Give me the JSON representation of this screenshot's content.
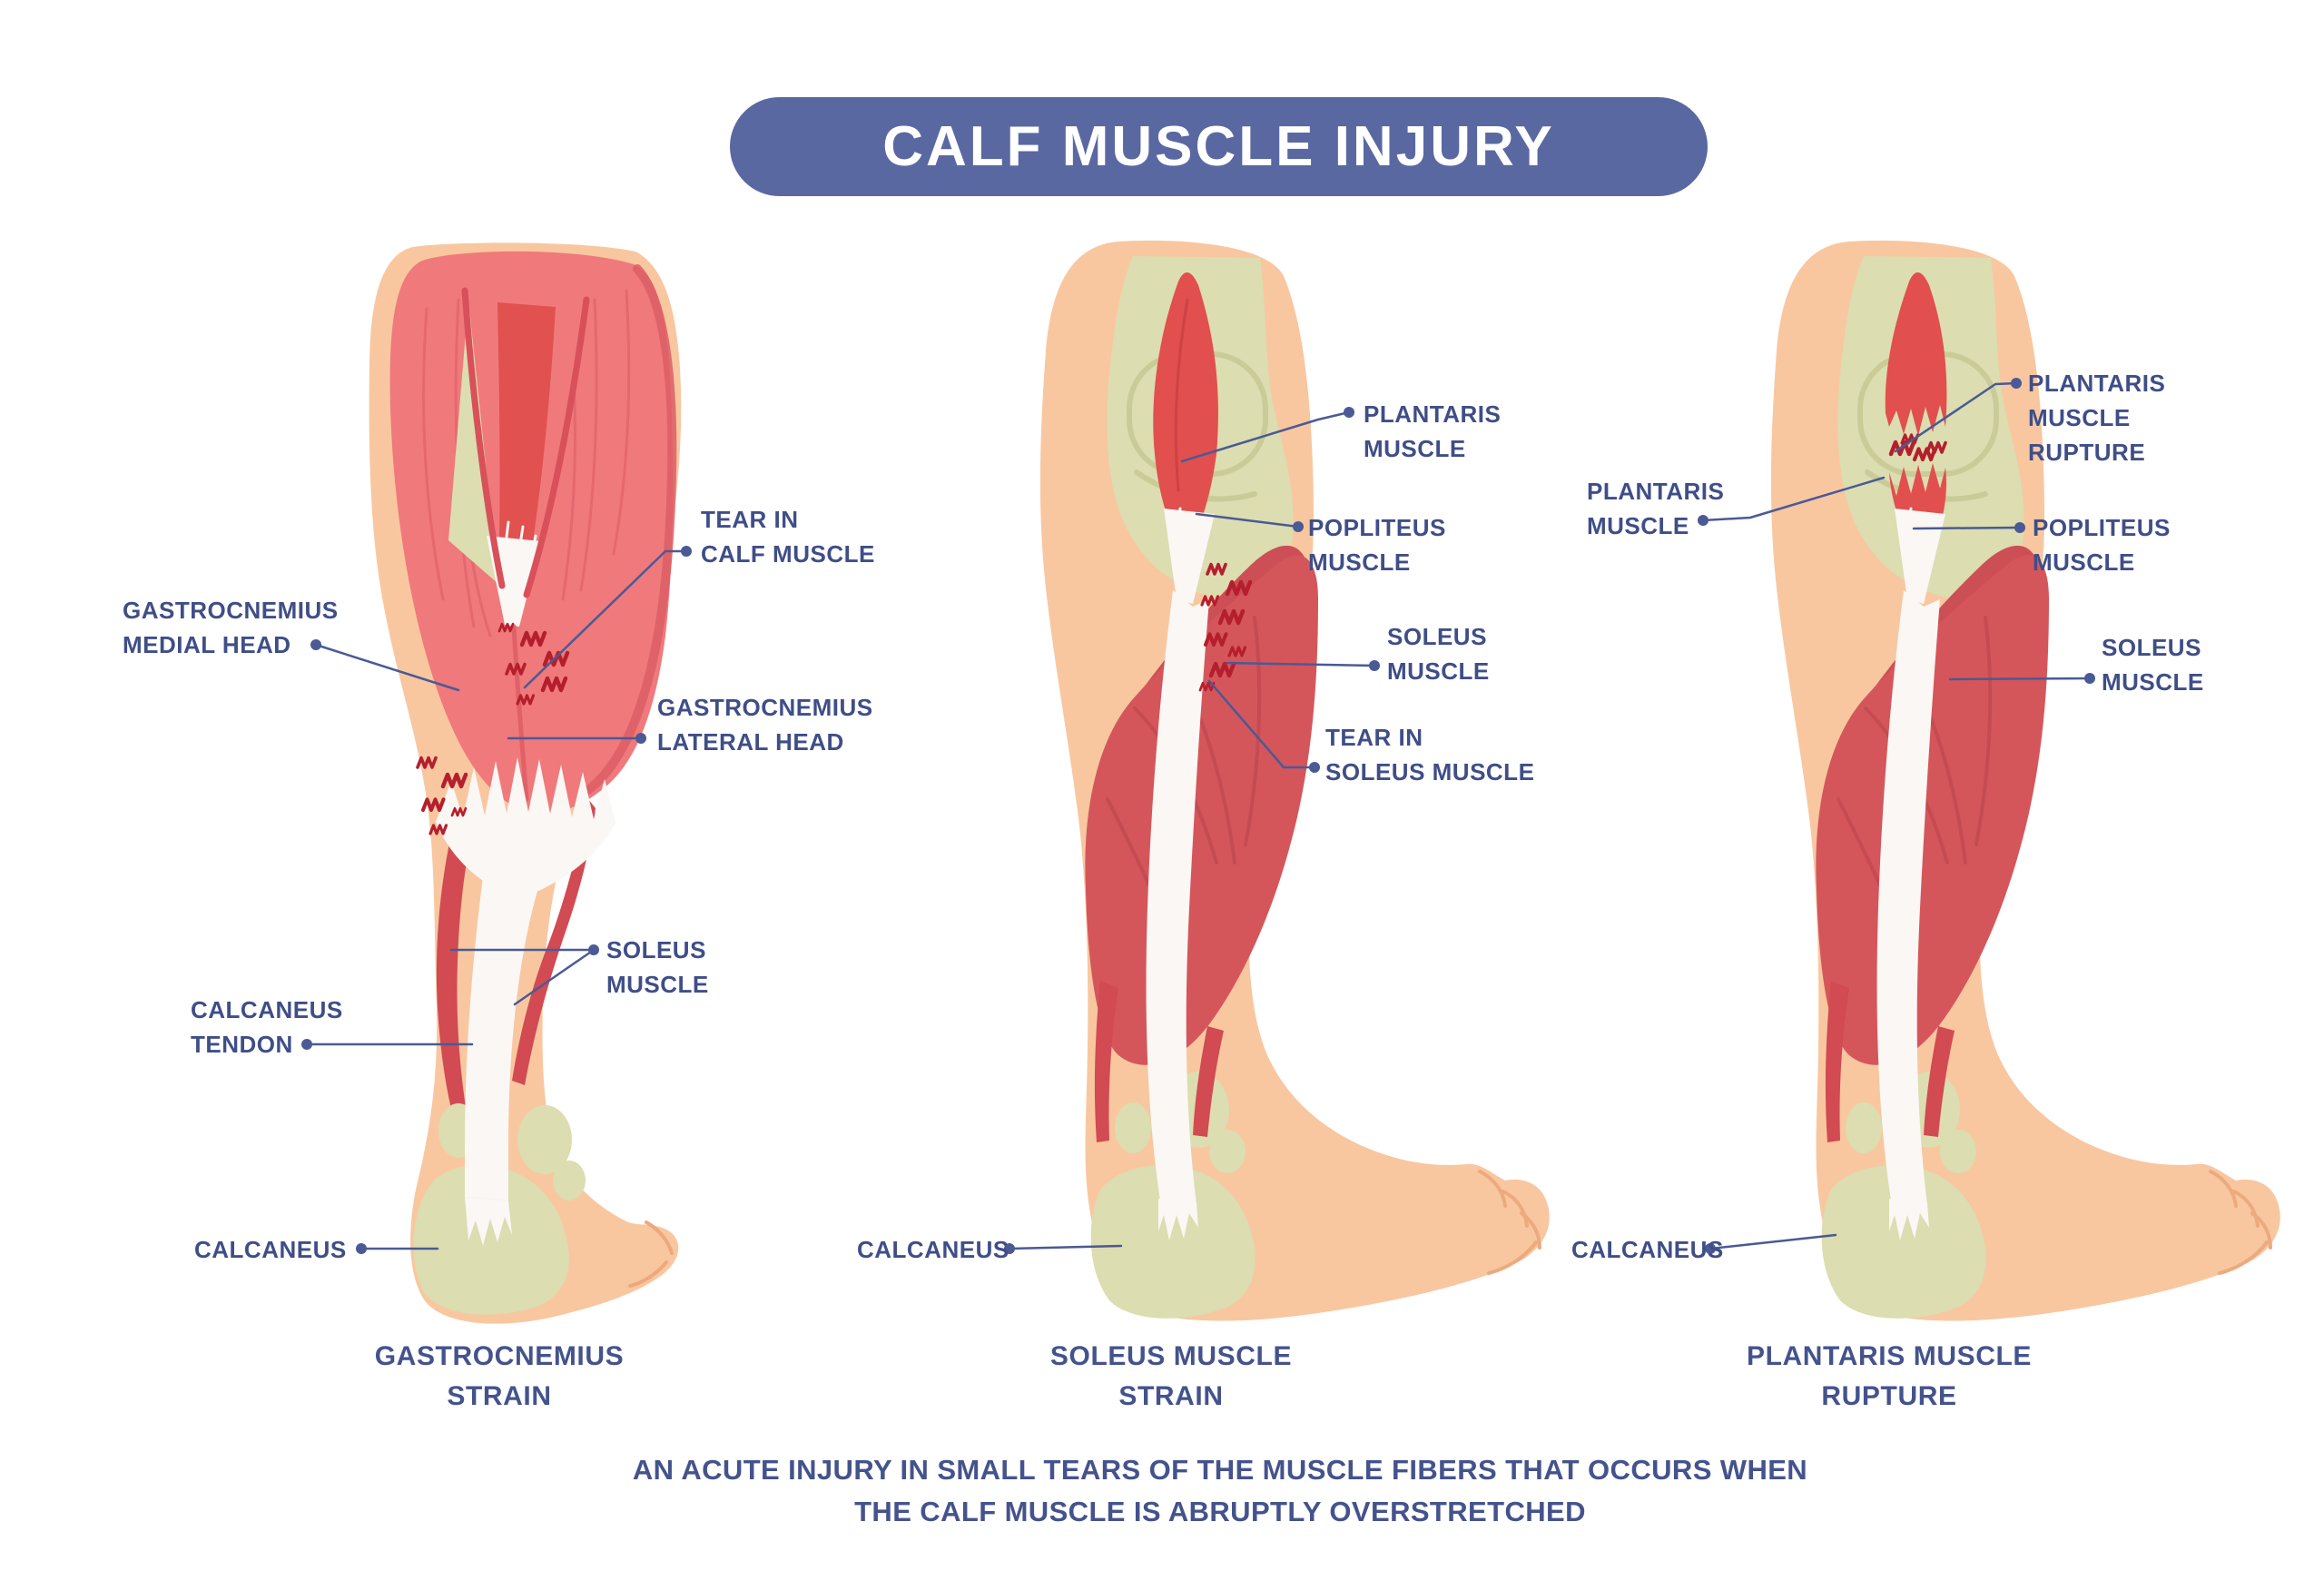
{
  "title": "CALF MUSCLE INJURY",
  "footer": {
    "line1": "AN ACUTE INJURY IN SMALL TEARS OF THE MUSCLE FIBERS THAT OCCURS WHEN",
    "line2": "THE CALF MUSCLE IS ABRUPTLY OVERSTRETCHED"
  },
  "colors": {
    "accent": "#5a68a2",
    "label_text": "#3f4e87",
    "leader_line": "#4a5a95",
    "skin": "#f8c7a0",
    "muscle_pink": "#f0797b",
    "muscle_dark_red": "#d4565b",
    "plantaris_red": "#e14f4e",
    "tendon_white": "#faf7f4",
    "bone_khaki": "#dcddb0",
    "tear_mark": "#b51f2d"
  },
  "legs": [
    {
      "name": "gastrocnemius strain",
      "caption": "GASTROCNEMIUS\nSTRAIN",
      "labels": {
        "medial_head": "GASTROCNEMIUS\nMEDIAL HEAD",
        "tear": "TEAR IN\nCALF MUSCLE",
        "lateral_head": "GASTROCNEMIUS\nLATERAL HEAD",
        "soleus": "SOLEUS\nMUSCLE",
        "calcaneus_tendon": "CALCANEUS\nTENDON",
        "calcaneus": "CALCANEUS"
      }
    },
    {
      "name": "soleus muscle strain",
      "caption": "SOLEUS MUSCLE\nSTRAIN",
      "labels": {
        "plantaris": "PLANTARIS\nMUSCLE",
        "popliteus": "POPLITEUS\nMUSCLE",
        "soleus": "SOLEUS\nMUSCLE",
        "tear": "TEAR IN\nSOLEUS MUSCLE",
        "calcaneus": "CALCANEUS"
      }
    },
    {
      "name": "plantaris muscle rupture",
      "caption": "PLANTARIS MUSCLE\nRUPTURE",
      "labels": {
        "rupture": "PLANTARIS\nMUSCLE\nRUPTURE",
        "plantaris": "PLANTARIS\nMUSCLE",
        "popliteus": "POPLITEUS\nMUSCLE",
        "soleus": "SOLEUS\nMUSCLE",
        "calcaneus": "CALCANEUS"
      }
    }
  ]
}
